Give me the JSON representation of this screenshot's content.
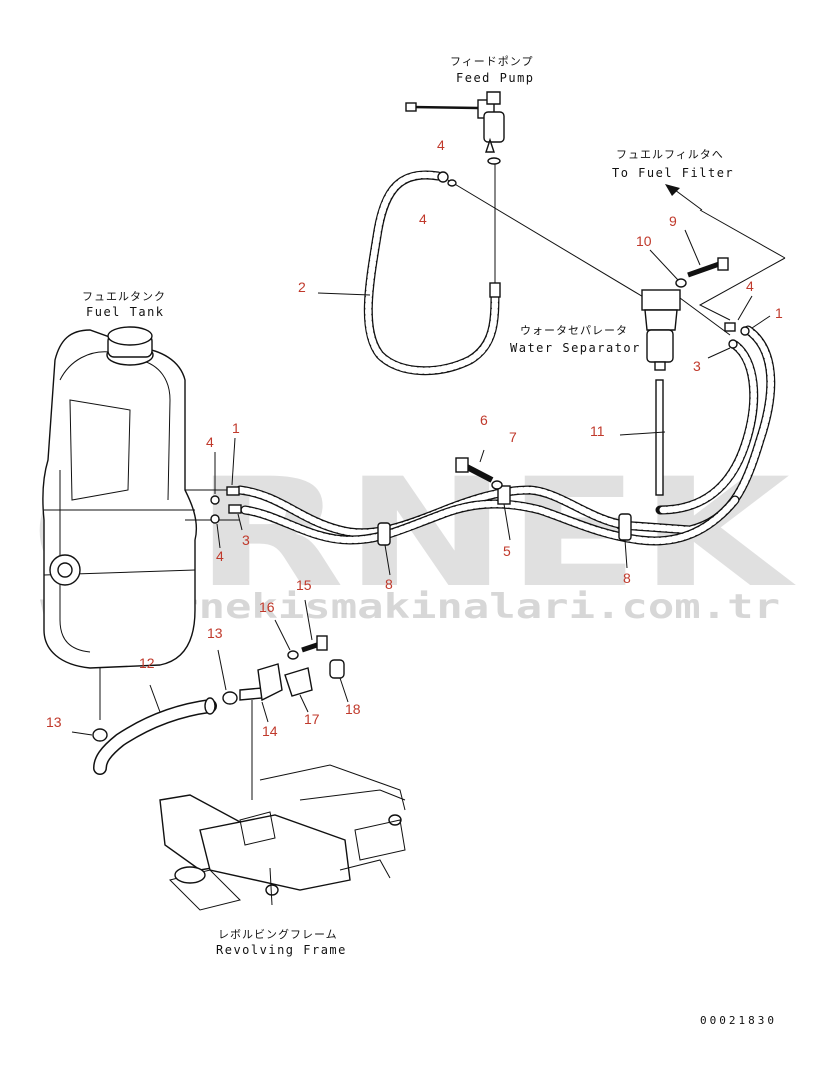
{
  "labels": {
    "feed_pump_jp": "フィードポンプ",
    "feed_pump_en": "Feed Pump",
    "fuel_filter_jp": "フュエルフィルタへ",
    "fuel_filter_en": "To Fuel Filter",
    "fuel_tank_jp": "フュエルタンク",
    "fuel_tank_en": "Fuel Tank",
    "water_separator_jp": "ウォータセパレータ",
    "water_separator_en": "Water Separator",
    "revolving_frame_jp": "レボルビングフレーム",
    "revolving_frame_en": "Revolving Frame"
  },
  "callouts": {
    "c1a": "1",
    "c1b": "1",
    "c2": "2",
    "c3a": "3",
    "c3b": "3",
    "c4a": "4",
    "c4b": "4",
    "c4c": "4",
    "c4d": "4",
    "c4e": "4",
    "c5": "5",
    "c6": "6",
    "c7": "7",
    "c8a": "8",
    "c8b": "8",
    "c9": "9",
    "c10": "10",
    "c11": "11",
    "c12": "12",
    "c13a": "13",
    "c13b": "13",
    "c14": "14",
    "c15": "15",
    "c16": "16",
    "c17": "17",
    "c18": "18"
  },
  "watermark": {
    "brand": "ORNEK",
    "url": "www.ornekismakinalari.com.tr"
  },
  "drawing_code": "00021830"
}
